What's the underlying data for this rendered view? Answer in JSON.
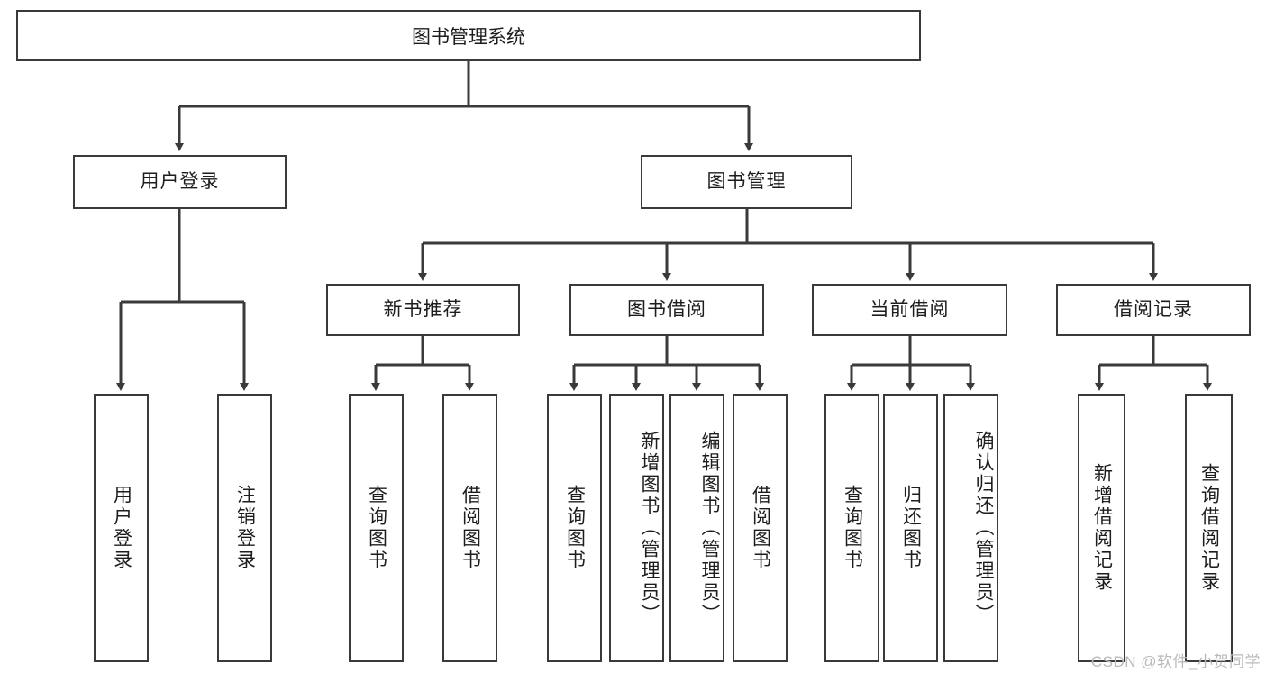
{
  "diagram": {
    "title": "图书管理系统",
    "type": "tree-hierarchy-diagram",
    "watermark": "CSDN @软件_小贺同学",
    "colors": {
      "background": "#ffffff",
      "box_border": "#3a3a3a",
      "text": "#1d1d1d",
      "connector": "#3a3a3a",
      "watermark": "#b9b9b9"
    },
    "nodes": {
      "root": {
        "label": "图书管理系统"
      },
      "level2": [
        {
          "label": "用户登录"
        },
        {
          "label": "图书管理"
        }
      ],
      "level3": [
        {
          "label": "新书推荐"
        },
        {
          "label": "图书借阅"
        },
        {
          "label": "当前借阅"
        },
        {
          "label": "借阅记录"
        }
      ],
      "leaves_user_login": [
        {
          "label": "用户登录"
        },
        {
          "label": "注销登录"
        }
      ],
      "leaves_new_book": [
        {
          "label": "查询图书"
        },
        {
          "label": "借阅图书"
        }
      ],
      "leaves_borrow": [
        {
          "label": "查询图书"
        },
        {
          "label": "新增图书（管理员）"
        },
        {
          "label": "编辑图书（管理员）"
        },
        {
          "label": "借阅图书"
        }
      ],
      "leaves_current": [
        {
          "label": "查询图书"
        },
        {
          "label": "归还图书"
        },
        {
          "label": "确认归还（管理员）"
        }
      ],
      "leaves_records": [
        {
          "label": "新增借阅记录"
        },
        {
          "label": "查询借阅记录"
        }
      ]
    }
  }
}
